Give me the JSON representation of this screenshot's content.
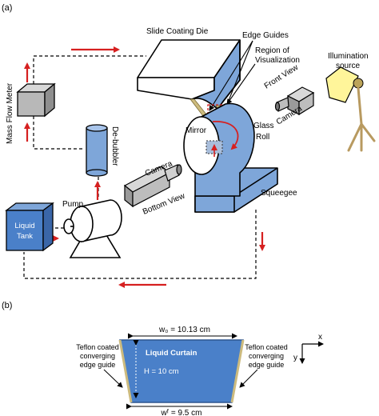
{
  "panel_a": {
    "label": "(a)",
    "slide_coating_die": "Slide Coating Die",
    "edge_guides": "Edge Guides",
    "region_of_visualization_1": "Region of",
    "region_of_visualization_2": "Visualization",
    "illumination_source_1": "Illumination",
    "illumination_source_2": "source",
    "mass_flow_meter": "Mass Flow Meter",
    "de_bubbler": "De-bubbler",
    "front_view": "Front View",
    "camera_front": "Camera",
    "glass_roll_1": "Glass",
    "glass_roll_2": "Roll",
    "mirror": "Mirror",
    "camera_bottom": "Camera",
    "bottom_view": "Bottom View",
    "pump": "Pump",
    "liquid_tank_1": "Liquid",
    "liquid_tank_2": "Tank",
    "squeegee": "Squeegee"
  },
  "panel_b": {
    "label": "(b)",
    "w0": "w₀ = 10.13 cm",
    "liquid_curtain": "Liquid Curtain",
    "height": "H = 10 cm",
    "wf": "wᶠ = 9.5 cm",
    "teflon_left_1": "Teflon coated",
    "teflon_left_2": "converging",
    "teflon_left_3": "edge guide",
    "teflon_right_1": "Teflon coated",
    "teflon_right_2": "converging",
    "teflon_right_3": "edge guide",
    "axis_x": "x",
    "axis_y": "y"
  },
  "colors": {
    "blue_fill": "#7ea6d9",
    "blue_dark": "#4a74b8",
    "tank_blue": "#4a80c9",
    "red_arrow": "#d62020",
    "gray_box": "#b8b8b8",
    "lamp_yellow": "#fff59a",
    "stand_tan": "#b89a60"
  }
}
